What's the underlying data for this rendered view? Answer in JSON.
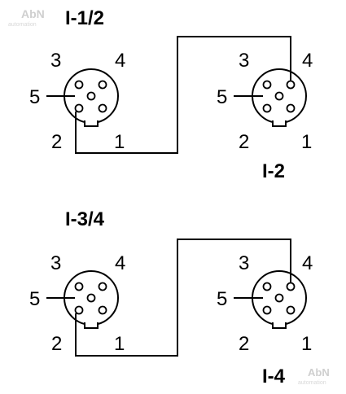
{
  "watermark": {
    "brand": "AbN",
    "tagline": "automation"
  },
  "groups": [
    {
      "title_left": "I-1/2",
      "title_right": "I-2",
      "left_connector": {
        "pins": [
          "1",
          "2",
          "3",
          "4",
          "5"
        ]
      },
      "right_connector": {
        "pins": [
          "1",
          "2",
          "3",
          "4",
          "5"
        ]
      }
    },
    {
      "title_left": "I-3/4",
      "title_right": "I-4",
      "left_connector": {
        "pins": [
          "1",
          "2",
          "3",
          "4",
          "5"
        ]
      },
      "right_connector": {
        "pins": [
          "1",
          "2",
          "3",
          "4",
          "5"
        ]
      }
    }
  ]
}
